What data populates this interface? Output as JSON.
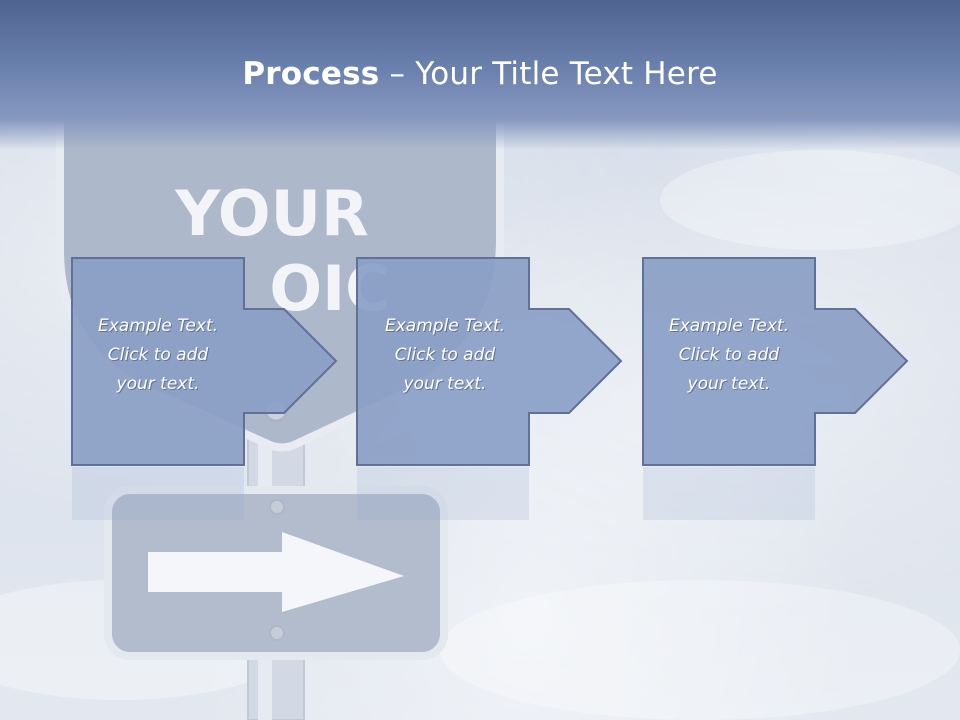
{
  "slide": {
    "title_bold": "Process",
    "title_rest": " – Your Title Text Here",
    "background_sign_text": "YOUR",
    "background_sign_text_partial": "OIC"
  },
  "process_steps": [
    {
      "line1": "Example Text.",
      "line2": "Click  to add",
      "line3": "your text."
    },
    {
      "line1": "Example Text.",
      "line2": "Click  to add",
      "line3": "your text."
    },
    {
      "line1": "Example Text.",
      "line2": "Click  to add",
      "line3": "your text."
    }
  ],
  "colors": {
    "title_band": "#5a6e9a",
    "step_fill": "#8b9fc6",
    "step_stroke": "#5f7199",
    "sign_fill": "#b9c2d3"
  },
  "icons": [
    "road-sign-icon",
    "right-arrow-sign-icon"
  ]
}
